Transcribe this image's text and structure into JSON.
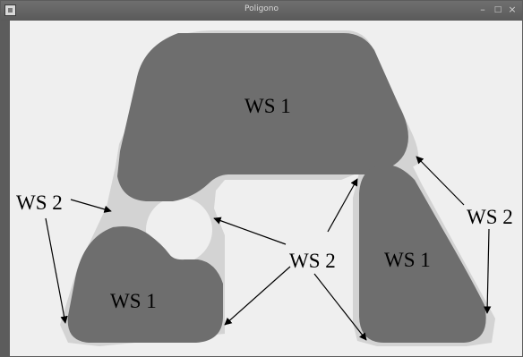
{
  "window": {
    "title": "Poligono",
    "controls": {
      "minimize": "–",
      "maximize": "□",
      "close": "×"
    }
  },
  "colors": {
    "ws1_fill": "#6e6e6e",
    "ws2_fill": "#d3d3d3",
    "background": "#efefef",
    "titlebar": "#5c5c5c"
  },
  "labels": {
    "ws1_top": "WS 1",
    "ws1_bottom_left": "WS 1",
    "ws1_right": "WS 1",
    "ws2_left": "WS 2",
    "ws2_center": "WS 2",
    "ws2_right": "WS 2"
  }
}
